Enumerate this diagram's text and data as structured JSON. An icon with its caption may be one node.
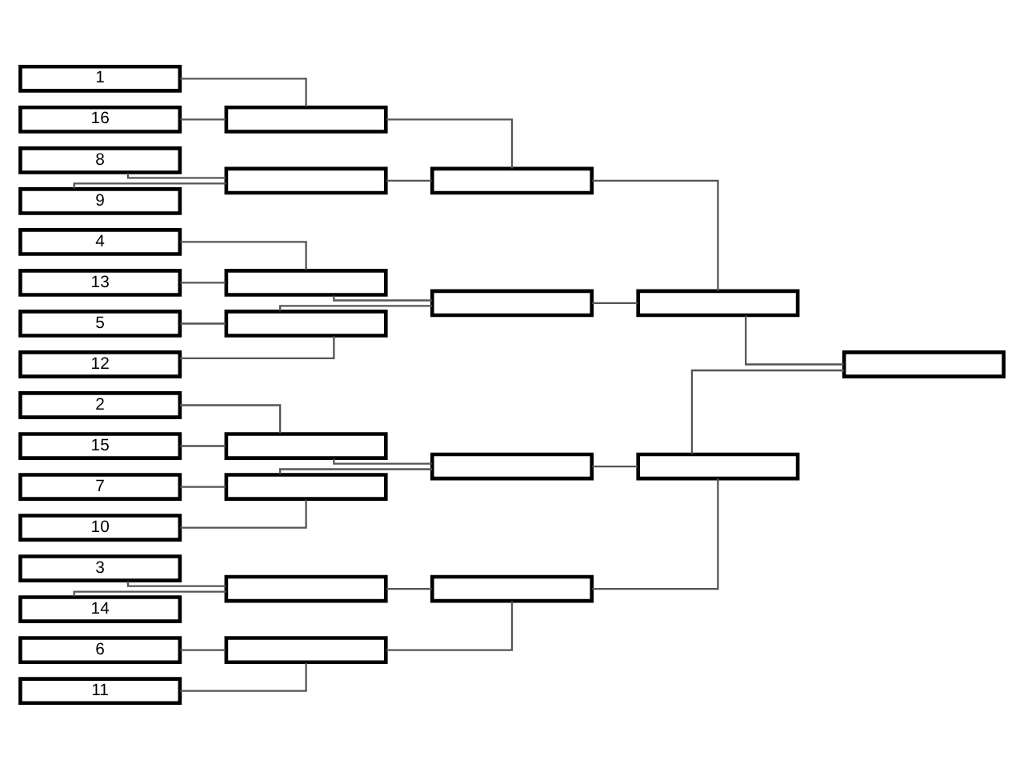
{
  "diagram": {
    "nodes": [
      {
        "text": [
          "1"
        ]
      },
      {
        "text": [
          "16"
        ]
      },
      {
        "text": [
          "8"
        ]
      },
      {
        "text": [
          "9"
        ]
      },
      {
        "text": [
          "4"
        ]
      },
      {
        "text": [
          "13"
        ]
      },
      {
        "text": [
          "5"
        ]
      },
      {
        "text": [
          "12"
        ]
      },
      {
        "text": [
          "2"
        ]
      },
      {
        "text": [
          "15"
        ]
      },
      {
        "text": [
          "7"
        ]
      },
      {
        "text": [
          "10"
        ]
      },
      {
        "text": [
          "3"
        ]
      },
      {
        "text": [
          "14"
        ]
      },
      {
        "text": [
          "6"
        ]
      },
      {
        "text": [
          "11"
        ]
      },
      {
        "text": [],
        "shape": "box"
      },
      {
        "text": [],
        "shape": "box"
      },
      {
        "text": [],
        "shape": "box"
      },
      {
        "text": [],
        "shape": "box"
      },
      {
        "text": [],
        "shape": "box"
      },
      {
        "text": [],
        "shape": "box"
      },
      {
        "text": [],
        "shape": "box"
      },
      {
        "text": [],
        "shape": "box"
      },
      {
        "text": [],
        "shape": "box"
      },
      {
        "text": [],
        "shape": "box"
      },
      {
        "text": [],
        "shape": "box"
      },
      {
        "text": [],
        "shape": "box"
      },
      {
        "text": [],
        "shape": "box"
      },
      {
        "text": [],
        "shape": "box"
      },
      {
        "text": [],
        "shape": "box"
      }
    ],
    "edges": [
      {
        "from": 0,
        "to": 16,
        "arrow": "none"
      },
      {
        "from": 1,
        "to": 16,
        "arrow": "none"
      },
      {
        "from": 2,
        "to": 17,
        "arrow": "none"
      },
      {
        "from": 3,
        "to": 17,
        "arrow": "none"
      },
      {
        "from": 4,
        "to": 18,
        "arrow": "none"
      },
      {
        "from": 5,
        "to": 18,
        "arrow": "none"
      },
      {
        "from": 6,
        "to": 19,
        "arrow": "none"
      },
      {
        "from": 7,
        "to": 19,
        "arrow": "none"
      },
      {
        "from": 8,
        "to": 20,
        "arrow": "none"
      },
      {
        "from": 9,
        "to": 20,
        "arrow": "none"
      },
      {
        "from": 10,
        "to": 21,
        "arrow": "none"
      },
      {
        "from": 11,
        "to": 21,
        "arrow": "none"
      },
      {
        "from": 12,
        "to": 22,
        "arrow": "none"
      },
      {
        "from": 13,
        "to": 22,
        "arrow": "none"
      },
      {
        "from": 14,
        "to": 23,
        "arrow": "none"
      },
      {
        "from": 15,
        "to": 23,
        "arrow": "none"
      },
      {
        "from": 16,
        "to": 24,
        "arrow": "none"
      },
      {
        "from": 17,
        "to": 24,
        "arrow": "none"
      },
      {
        "from": 18,
        "to": 25,
        "arrow": "none"
      },
      {
        "from": 19,
        "to": 25,
        "arrow": "none"
      },
      {
        "from": 20,
        "to": 26,
        "arrow": "none"
      },
      {
        "from": 21,
        "to": 26,
        "arrow": "none"
      },
      {
        "from": 22,
        "to": 27,
        "arrow": "none"
      },
      {
        "from": 23,
        "to": 27,
        "arrow": "none"
      },
      {
        "from": 24,
        "to": 28,
        "arrow": "none"
      },
      {
        "from": 25,
        "to": 28,
        "arrow": "none"
      },
      {
        "from": 26,
        "to": 29,
        "arrow": "none"
      },
      {
        "from": 27,
        "to": 29,
        "arrow": "none"
      },
      {
        "from": 28,
        "to": 30,
        "arrow": "none"
      },
      {
        "from": 29,
        "to": 30,
        "arrow": "none"
      }
    ]
  }
}
